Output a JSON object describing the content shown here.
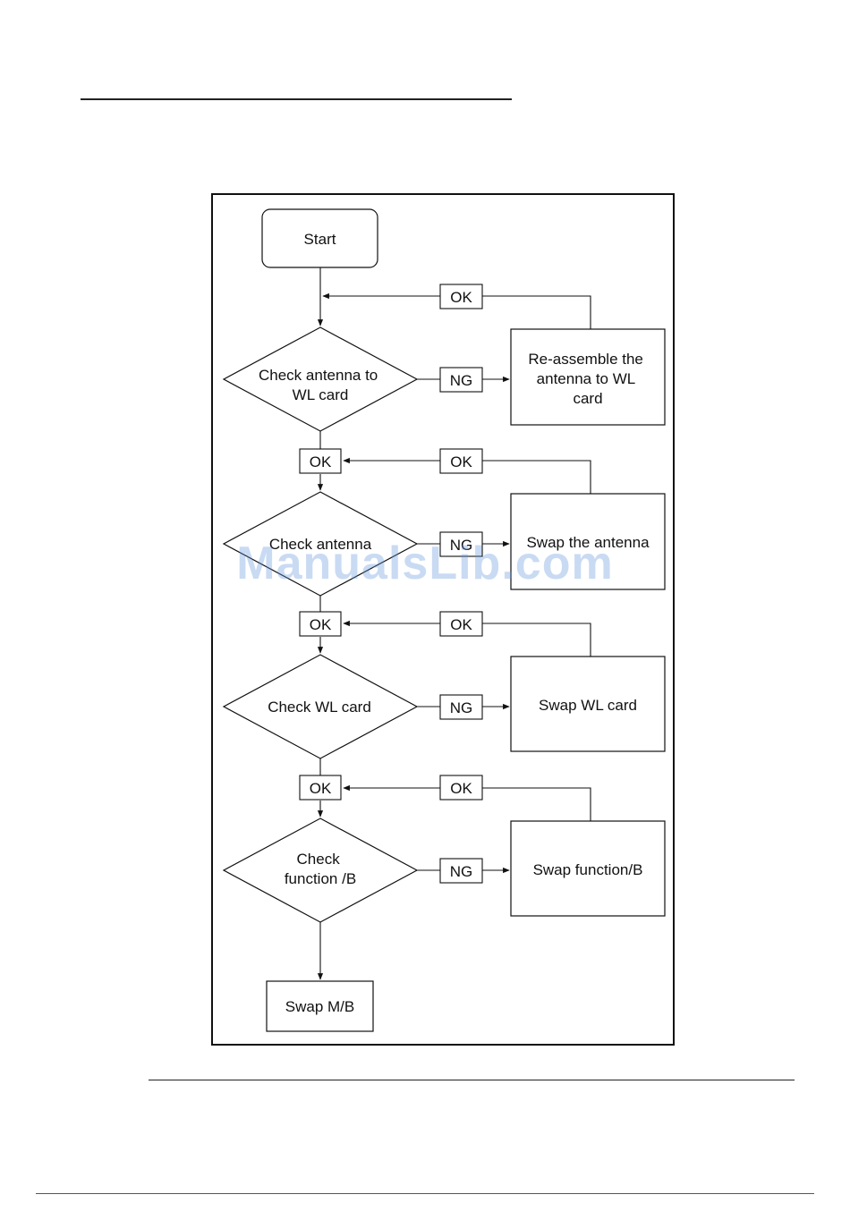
{
  "nodes": {
    "start": "Start",
    "d1": [
      "Check  antenna to",
      "WL card"
    ],
    "p1": [
      "Re-assemble the",
      "antenna to WL",
      "card"
    ],
    "d2": [
      "Check antenna"
    ],
    "p2": [
      "Swap the antenna"
    ],
    "d3": [
      "Check WL card"
    ],
    "p3": [
      "Swap WL card"
    ],
    "d4": [
      "Check",
      "function /B"
    ],
    "p4": [
      "Swap function/B"
    ],
    "end": "Swap M/B"
  },
  "labels": {
    "ok": "OK",
    "ng": "NG"
  },
  "watermark": "ManualsLib.com"
}
